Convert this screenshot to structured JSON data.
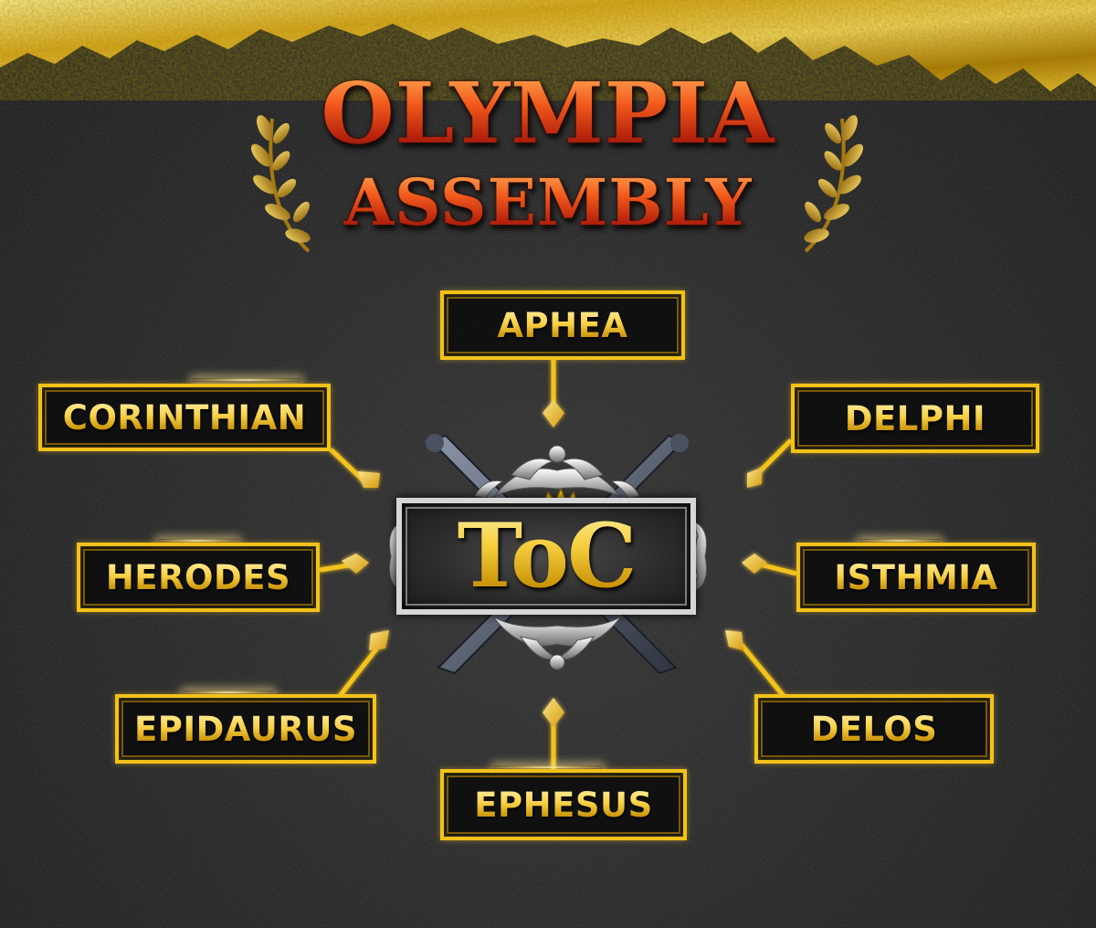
{
  "title": {
    "line1": "OLYMPIA",
    "line2": "ASSEMBLY"
  },
  "center": {
    "label": "ToC"
  },
  "nodes": {
    "top": "APHEA",
    "top_left": "CORINTHIAN",
    "top_right": "DELPHI",
    "mid_left": "HERODES",
    "mid_right": "ISTHMIA",
    "bottom_left": "EPIDAURUS",
    "bottom_right": "DELOS",
    "bottom": "EPHESUS"
  },
  "colors": {
    "gold": "#f3c21a",
    "title_red": "#e8431a",
    "background": "#1c1c1c",
    "emblem_silver": "#d6d6d6"
  },
  "icons": {
    "laurel": "laurel-wreath-icon",
    "swords": "crossed-swords-icon",
    "crown": "crown-icon",
    "arrow": "arrow-head-icon"
  }
}
